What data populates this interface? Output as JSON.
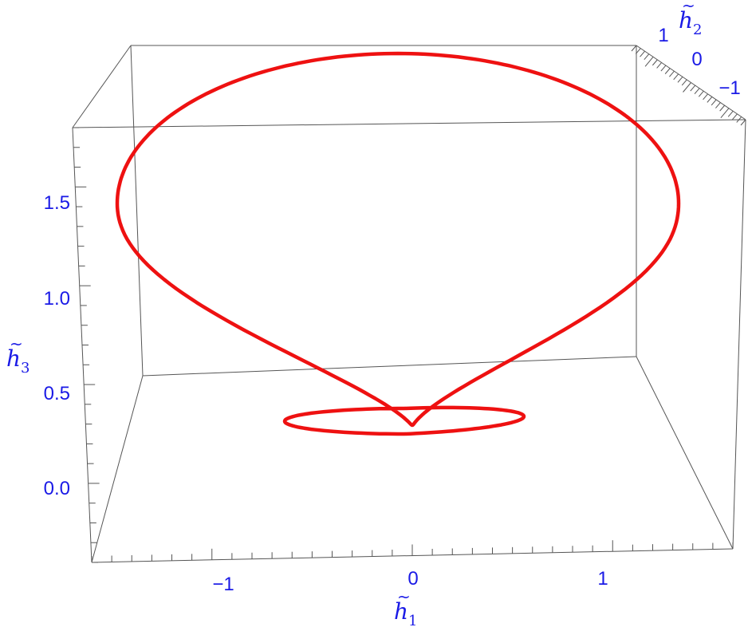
{
  "chart_data": {
    "type": "line",
    "dimensions": 3,
    "axes": {
      "x": {
        "label": "h",
        "label_subscript": "1",
        "ticks": [
          {
            "value": -1,
            "label": "−1"
          },
          {
            "value": 0,
            "label": "0"
          },
          {
            "value": 1,
            "label": "1"
          }
        ]
      },
      "y": {
        "label": "h",
        "label_subscript": "2",
        "ticks": [
          {
            "value": 1,
            "label": "1"
          },
          {
            "value": 0,
            "label": "0"
          },
          {
            "value": -1,
            "label": "−1"
          }
        ]
      },
      "z": {
        "label": "h",
        "label_subscript": "3",
        "ticks": [
          {
            "value": 1.5,
            "label": "1.5"
          },
          {
            "value": 1.0,
            "label": "1.0"
          },
          {
            "value": 0.5,
            "label": "0.5"
          },
          {
            "value": 0.0,
            "label": "0.0"
          }
        ]
      }
    },
    "ranges": {
      "x": [
        -1.75,
        1.75
      ],
      "y": [
        -1.4,
        1.4
      ],
      "z": [
        -0.4,
        1.85
      ]
    },
    "box": true,
    "grid": false,
    "series": [
      {
        "color": "#ee1111",
        "description_points": [
          {
            "x": -0.15,
            "y": 0.0,
            "z": 1.5
          },
          {
            "x": 0.0,
            "y": 0.0,
            "z": 0.53
          },
          {
            "x": -0.1,
            "y": 0.0,
            "z": 0.34
          }
        ]
      }
    ],
    "colors": {
      "curve": "#ee1111",
      "tick_labels": "#1a1ae6",
      "box": "#555555"
    }
  }
}
